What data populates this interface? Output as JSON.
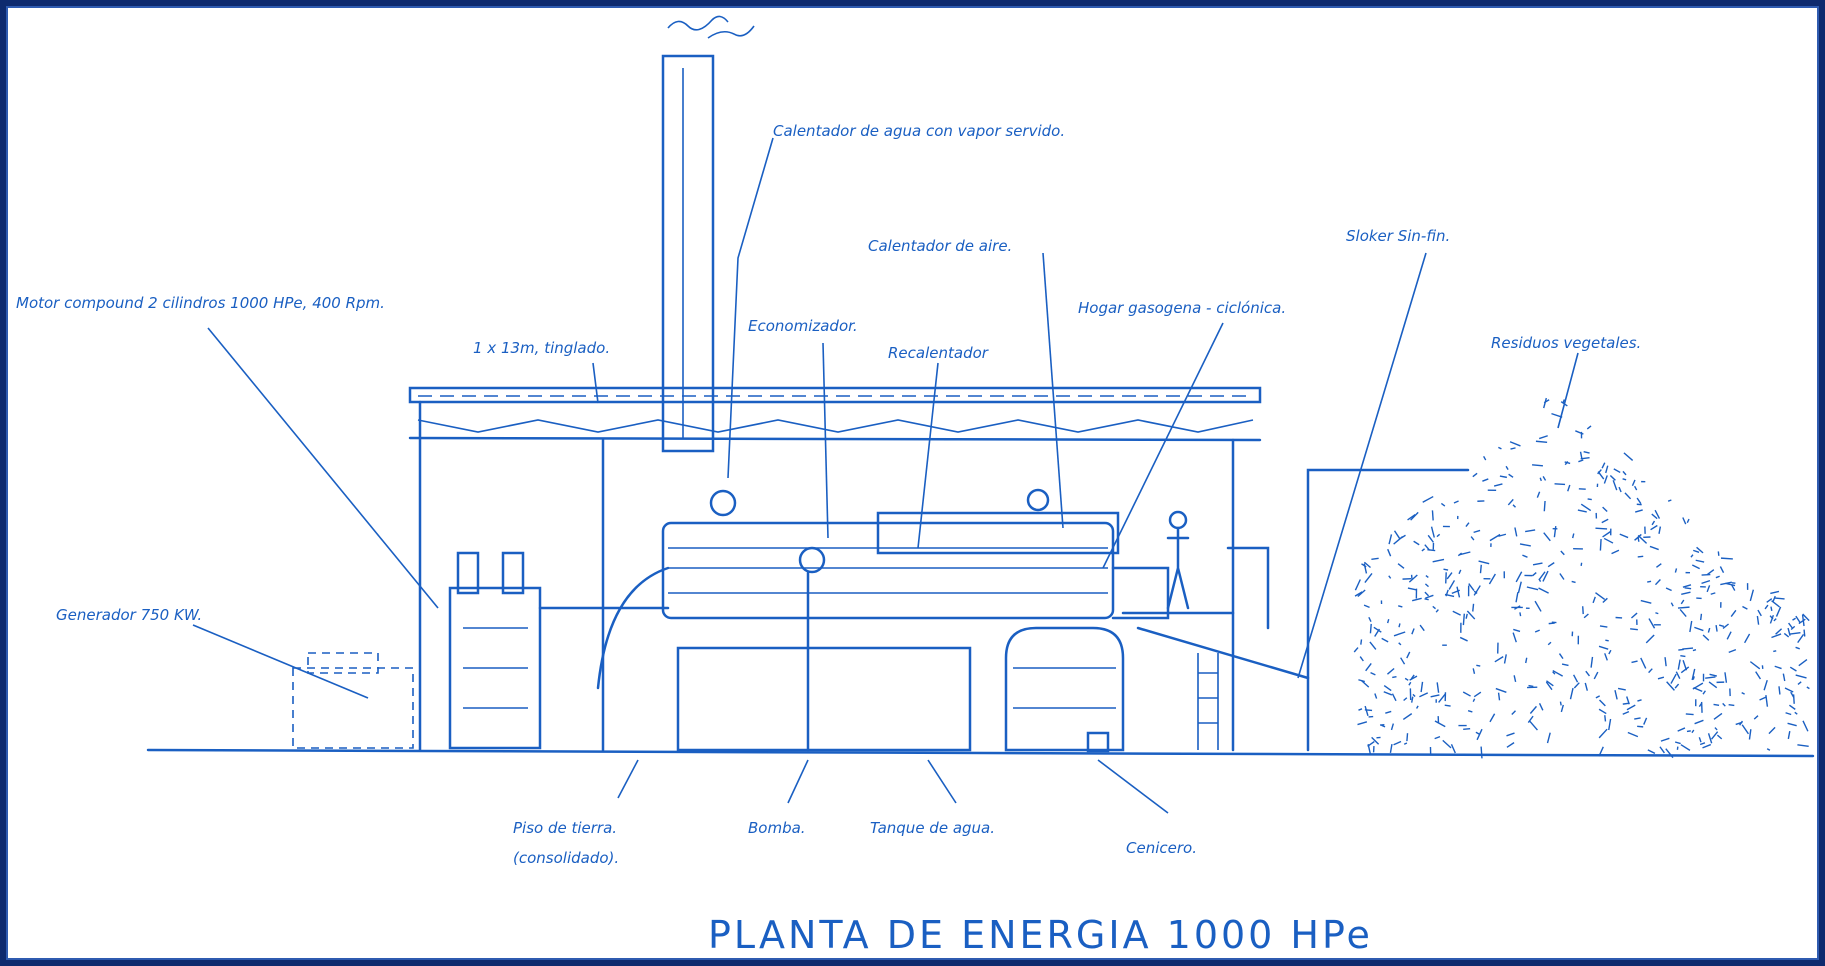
{
  "title": "PLANTA DE ENERGIA 1000 HPe",
  "labels": {
    "calentador_agua": "Calentador de agua con vapor servido.",
    "calentador_aire": "Calentador de aire.",
    "sloker": "Sloker Sin-fin.",
    "motor": "Motor compound 2 cilindros 1000 HPe, 400 Rpm.",
    "tinglado": "1 x 13m, tinglado.",
    "economizador": "Economizador.",
    "recalentador": "Recalentador",
    "hogar": "Hogar gasogena - ciclónica.",
    "residuos": "Residuos vegetales.",
    "generador": "Generador 750 KW.",
    "piso": "Piso de tierra.",
    "piso2": "(consolidado).",
    "bomba": "Bomba.",
    "tanque": "Tanque de agua.",
    "cenicero": "Cenicero."
  },
  "colors": {
    "ink": "#1a5fc2",
    "frame": "#0e2a6e",
    "paper": "#ffffff"
  }
}
